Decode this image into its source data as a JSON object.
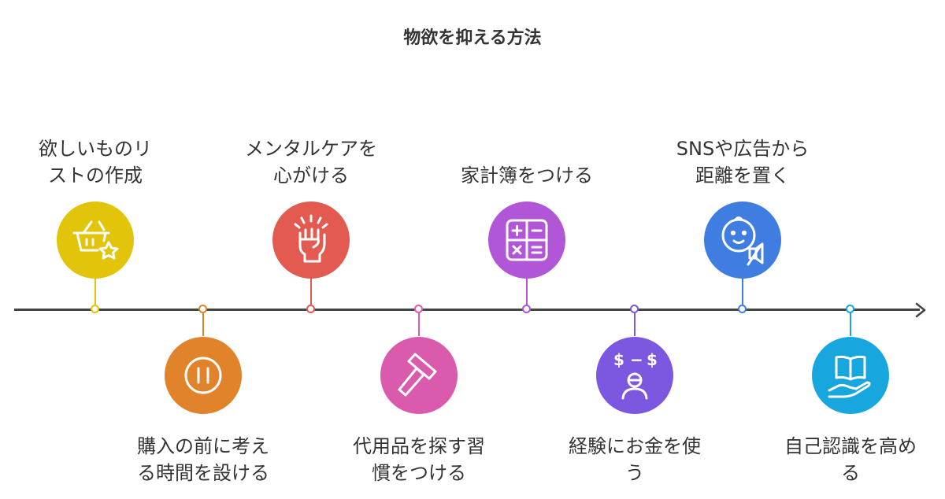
{
  "title": "物欲を抑える方法",
  "items": [
    {
      "lines": [
        "欲しいものリ",
        "ストの作成"
      ],
      "color": "#E2C50A",
      "icon": "basket-star-icon"
    },
    {
      "lines": [
        "購入の前に考え",
        "る時間を設ける"
      ],
      "color": "#E0832A",
      "icon": "pause-icon"
    },
    {
      "lines": [
        "メンタルケアを",
        "心がける"
      ],
      "color": "#E25A50",
      "icon": "fist-icon"
    },
    {
      "lines": [
        "代用品を探す習",
        "慣をつける"
      ],
      "color": "#DA5BAE",
      "icon": "hammer-icon"
    },
    {
      "lines": [
        "家計簿をつける"
      ],
      "color": "#B256D8",
      "icon": "calculator-icon"
    },
    {
      "lines": [
        "経験にお金を使",
        "う"
      ],
      "color": "#7C58E0",
      "icon": "person-money-icon"
    },
    {
      "lines": [
        "SNSや広告から",
        "距離を置く"
      ],
      "color": "#3F7EE0",
      "icon": "baby-mute-icon"
    },
    {
      "lines": [
        "自己認識を高め",
        "る"
      ],
      "color": "#18A6DE",
      "icon": "book-hand-icon"
    }
  ]
}
